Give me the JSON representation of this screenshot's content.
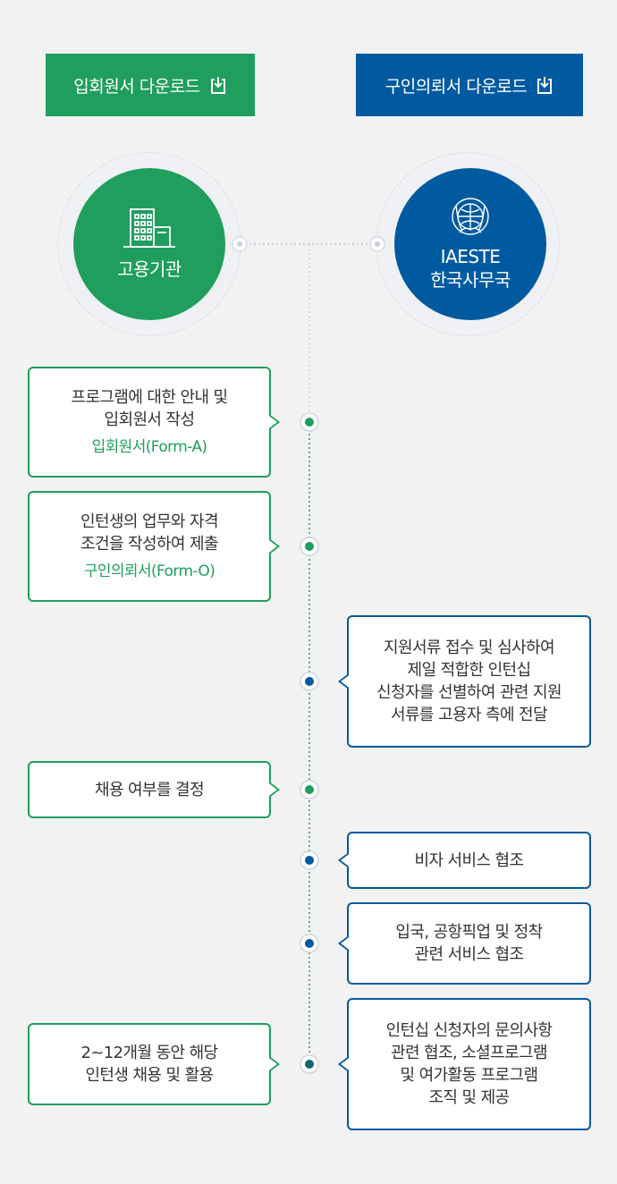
{
  "downloads": {
    "application": {
      "label": "입회원서 다운로드",
      "icon": "download-icon",
      "color": "#1f9e5e"
    },
    "job_offer": {
      "label": "구인의뢰서 다운로드",
      "icon": "download-icon",
      "color": "#005aa0"
    }
  },
  "actors": {
    "employer": {
      "label": "고용기관",
      "icon": "building-icon",
      "color": "#1f9e5e"
    },
    "iaeste": {
      "line1": "IAESTE",
      "line2": "한국사무국",
      "icon": "iaeste-logo",
      "color": "#005aa0"
    }
  },
  "steps": [
    {
      "side": "employer",
      "lines": [
        "프로그램에 대한 안내 및",
        "입회원서 작성"
      ],
      "form": "입회원서(Form-A)"
    },
    {
      "side": "employer",
      "lines": [
        "인턴생의 업무와 자격",
        "조건을 작성하여 제출"
      ],
      "form": "구인의뢰서(Form-O)"
    },
    {
      "side": "iaeste",
      "lines": [
        "지원서류 접수 및 심사하여",
        "제일 적합한 인턴십",
        "신청자를 선별하여 관련 지원",
        "서류를 고용자 측에 전달"
      ]
    },
    {
      "side": "employer",
      "lines": [
        "채용 여부를 결정"
      ]
    },
    {
      "side": "iaeste",
      "lines": [
        "비자 서비스 협조"
      ]
    },
    {
      "side": "iaeste",
      "lines": [
        "입국, 공항픽업 및 정착",
        "관련 서비스 협조"
      ]
    },
    {
      "side": "iaeste",
      "lines": [
        "인턴십 신청자의 문의사항",
        "관련 협조, 소셜프로그램",
        "및 여가활동 프로그램",
        "조직 및 제공"
      ]
    },
    {
      "side": "employer",
      "lines": [
        "2~12개월 동안 해당",
        "인턴생 채용 및 활용"
      ]
    }
  ]
}
